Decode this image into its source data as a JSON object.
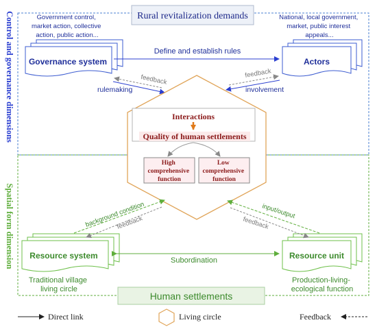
{
  "title": "Rural revitalization demands",
  "bottom_title": "Human settlements",
  "dimensions": {
    "upper": "Control and governance dimensions",
    "lower": "Spatial form dimension"
  },
  "governance": {
    "note_lines": [
      "Government control,",
      "market action, collective",
      "action, public action..."
    ],
    "label": "Governance system"
  },
  "actors": {
    "note_lines": [
      "National, local government,",
      "market, public interest",
      "appeals..."
    ],
    "label": "Actors"
  },
  "define_rules": "Define and establish rules",
  "feedback_label": "feedback",
  "rulemaking": "rulemaking",
  "involvement": "involvement",
  "center": {
    "interactions": "Interactions",
    "quality": "Quality of human settlements",
    "high_lines": [
      "High",
      "comprehensive",
      "function"
    ],
    "low_lines": [
      "Low",
      "comprehensive",
      "function"
    ]
  },
  "resource_system": {
    "label": "Resource system",
    "note_lines": [
      "Traditional village",
      "living circle"
    ]
  },
  "resource_unit": {
    "label": "Resource unit",
    "note_lines": [
      "Production-living-",
      "ecological function"
    ]
  },
  "background_condition": "background condition",
  "input_output": "input/output",
  "subordination": "Subordination",
  "legend": {
    "direct_link": "Direct link",
    "living_circle": "Living circle",
    "feedback": "Feedback"
  },
  "colors": {
    "governance_blue": "#2b3fd0",
    "spatial_green": "#5fae3c",
    "center_dark_red": "#8b1a1a",
    "hexagon_orange": "#e0a458",
    "gray": "#7a7a7a"
  }
}
